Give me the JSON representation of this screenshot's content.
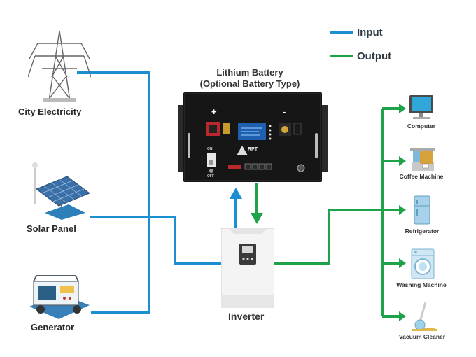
{
  "legend": {
    "input_label": "Input",
    "output_label": "Output",
    "input_color": "#1b8fd0",
    "output_color": "#1fa34a"
  },
  "sources": [
    {
      "label": "City Electricity",
      "icon": "power-tower-icon"
    },
    {
      "label": "Solar Panel",
      "icon": "solar-panel-icon"
    },
    {
      "label": "Generator",
      "icon": "generator-icon"
    }
  ],
  "battery": {
    "title_line1": "Lithium Battery",
    "title_line2": "(Optional Battery Type)",
    "brand": "RPT",
    "positive_sign": "+",
    "negative_sign": "-",
    "switch_on": "ON",
    "switch_off": "OFF"
  },
  "inverter": {
    "label": "Inverter"
  },
  "outputs": [
    {
      "label": "Computer",
      "icon": "computer-icon"
    },
    {
      "label": "Coffee Machine",
      "icon": "coffee-machine-icon"
    },
    {
      "label": "Refrigerator",
      "icon": "refrigerator-icon"
    },
    {
      "label": "Washing Machine",
      "icon": "washing-machine-icon"
    },
    {
      "label": "Vacuum Cleaner",
      "icon": "vacuum-cleaner-icon"
    }
  ]
}
